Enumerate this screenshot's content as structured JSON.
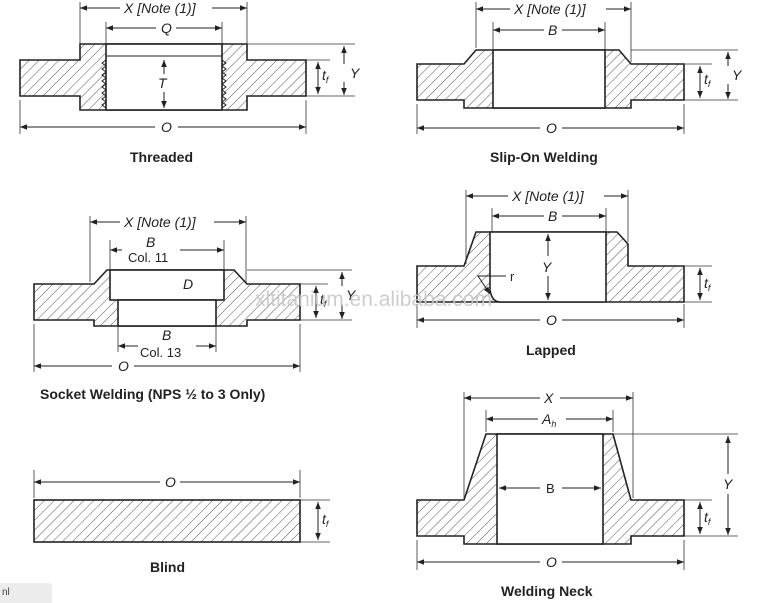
{
  "captions": {
    "threaded": "Threaded",
    "slip_on": "Slip-On Welding",
    "socket": "Socket Welding (NPS ½ to 3 Only)",
    "lapped": "Lapped",
    "blind": "Blind",
    "welding_neck": "Welding Neck"
  },
  "labels": {
    "x_note": "X [Note (1)]",
    "x": "X",
    "o": "O",
    "y": "Y",
    "q": "Q",
    "t": "T",
    "b": "B",
    "d": "D",
    "r": "r",
    "tf": "t",
    "tf_sub": "f",
    "ah": "A",
    "ah_sub": "h",
    "col11": "Col. 11",
    "col13": "Col. 13"
  },
  "watermark": "xltitanium.en.alibaba.com",
  "corner_tag": "nl",
  "colors": {
    "line": "#222222",
    "hatch": "#555555",
    "watermark": "#c8c8c8"
  }
}
